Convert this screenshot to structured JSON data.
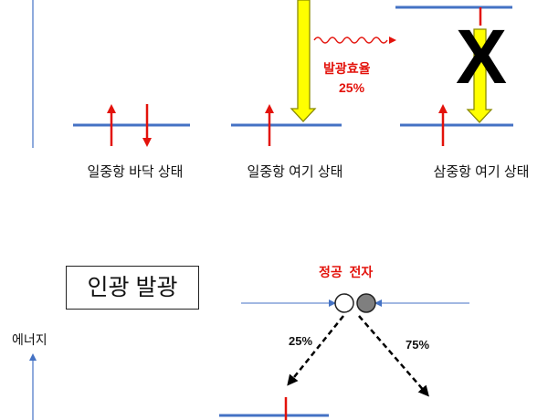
{
  "top_section": {
    "states": [
      {
        "label": "일중항 바닥 상태"
      },
      {
        "label": "일중항 여기 상태"
      },
      {
        "label": "삼중항 여기 상태"
      }
    ],
    "emission_label": "발광효율",
    "emission_percent": "25%",
    "blocked_mark": "X"
  },
  "bottom_section": {
    "title": "인광 발광",
    "axis_label": "에너지",
    "electrons_label": "정공  전자",
    "left_branch_percent": "25%",
    "right_branch_percent": "75%"
  },
  "colors": {
    "level_line": "#4472c4",
    "spin_arrow": "#e3120b",
    "emission_arrow_fill": "#ffff00",
    "emission_arrow_stroke": "#8b8b00",
    "wavy_arrow": "#e3120b",
    "hole": "#ffffff",
    "electron": "#7f7f7f"
  }
}
